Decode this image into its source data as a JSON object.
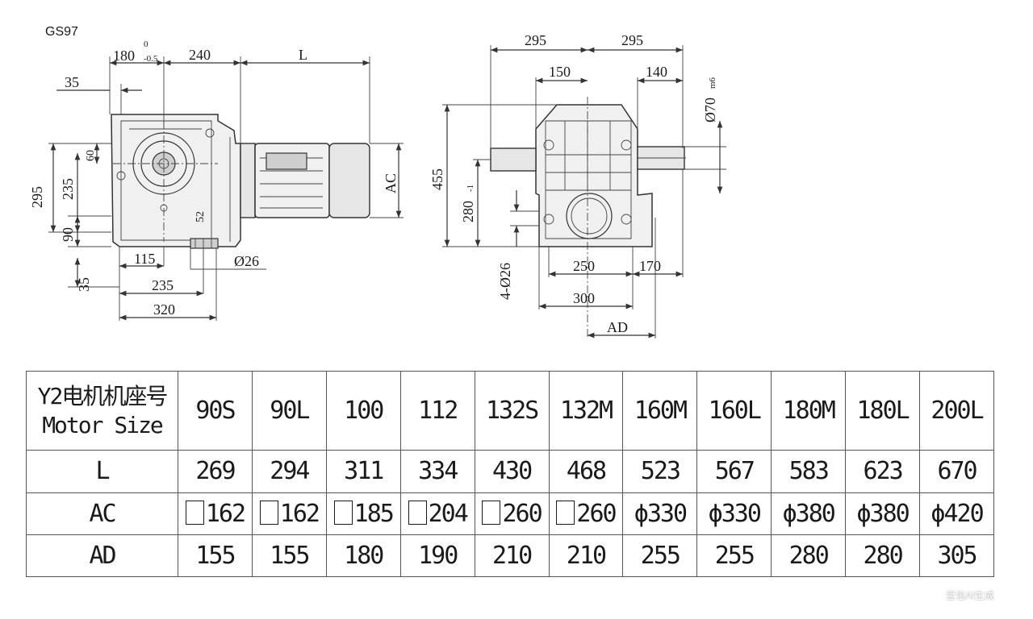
{
  "model": "GS97",
  "side_view": {
    "dims_top": [
      "180",
      "0",
      "-0.5",
      "240",
      "L"
    ],
    "dim_35_top": "35",
    "dims_left": [
      "295",
      "235",
      "60",
      "90",
      "35"
    ],
    "dim_AC": "AC",
    "dims_bottom": [
      "115",
      "235",
      "320"
    ],
    "hole": "Ø26",
    "dim_52": "52"
  },
  "front_view": {
    "dims_top": [
      "295",
      "295",
      "150",
      "140"
    ],
    "shaft": "Ø70",
    "shaft_tol": "m6",
    "dims_left": [
      "455",
      "280",
      "-1"
    ],
    "holes": "4-Ø26",
    "dims_bottom": [
      "250",
      "170",
      "300",
      "AD"
    ]
  },
  "table": {
    "header_label_cn": "Y2电机机座号",
    "header_label_en": "Motor Size",
    "sizes": [
      "90S",
      "90L",
      "100",
      "112",
      "132S",
      "132M",
      "160M",
      "160L",
      "180M",
      "180L",
      "200L"
    ],
    "rows": [
      {
        "label": "L",
        "values": [
          "269",
          "294",
          "311",
          "334",
          "430",
          "468",
          "523",
          "567",
          "583",
          "623",
          "670"
        ]
      },
      {
        "label": "AC",
        "values": [
          "162",
          "162",
          "185",
          "204",
          "260",
          "260",
          "ϕ330",
          "ϕ330",
          "ϕ380",
          "ϕ380",
          "ϕ420"
        ],
        "square_prefix": [
          true,
          true,
          true,
          true,
          true,
          true,
          false,
          false,
          false,
          false,
          false
        ]
      },
      {
        "label": "AD",
        "values": [
          "155",
          "155",
          "180",
          "190",
          "210",
          "210",
          "255",
          "255",
          "280",
          "280",
          "305"
        ]
      }
    ]
  },
  "watermark": "豆包AI生成"
}
